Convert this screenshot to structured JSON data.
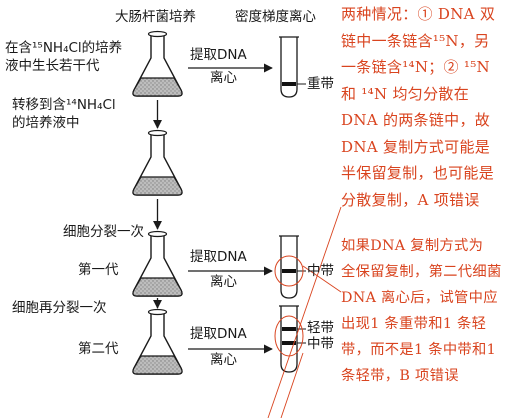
{
  "diagram": {
    "labels": {
      "ecoli_culture": "大肠杆菌培养",
      "density_centrifuge": "密度梯度离心",
      "grow_n15_line1": "在含¹⁵NH₄Cl的培养",
      "grow_n15_line2": "液中生长若干代",
      "transfer_line1": "转移到含¹⁴NH₄Cl",
      "transfer_line2": "的培养液中",
      "division_once": "细胞分裂一次",
      "first_generation": "第一代",
      "division_again": "细胞再分裂一次",
      "second_generation": "第二代",
      "extract_dna_1": "提取DNA",
      "centrifuge_1": "离心",
      "extract_dna_2": "提取DNA",
      "centrifuge_2": "离心",
      "extract_dna_3": "提取DNA",
      "centrifuge_3": "离心",
      "heavy_band": "重带",
      "middle_band_1": "中带",
      "light_band": "轻带",
      "middle_band_2": "中带"
    }
  },
  "annotations": {
    "note_a": [
      "两种情况：① DNA 双",
      "链中一条链含¹⁵N，另",
      "一条链含¹⁴N；② ¹⁵N",
      "和 ¹⁴N 均匀分散在",
      "DNA 的两条链中，故",
      "DNA 复制方式可能是",
      "半保留复制，也可能是",
      "分散复制，A 项错误"
    ],
    "note_b": [
      "如果DNA 复制方式为",
      "全保留复制，第二代细菌",
      "DNA 离心后，试管中应",
      "出现1 条重带和1 条轻",
      "带，而不是1 条中带和1",
      "条轻带，B 项错误"
    ]
  },
  "colors": {
    "annotation": "#d9441f",
    "ink": "#1a1a1a",
    "culture_liquid": "#9a9a9a",
    "band": "#111111"
  }
}
